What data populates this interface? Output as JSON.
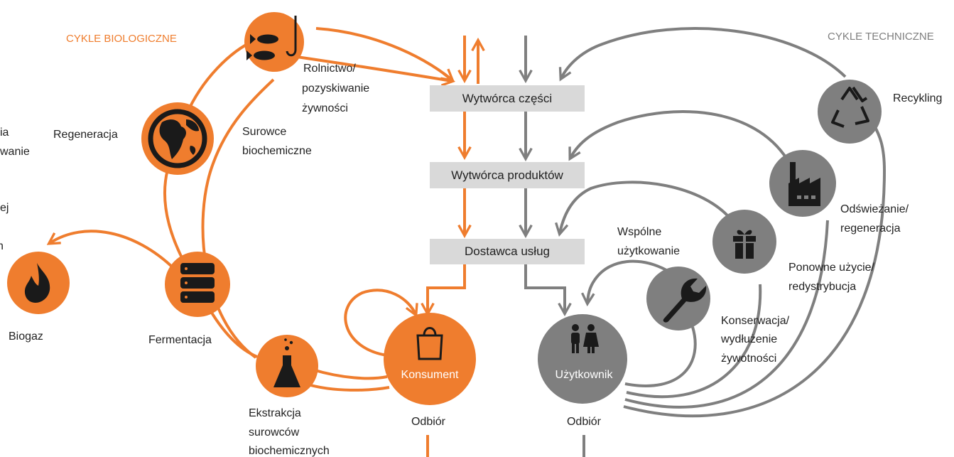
{
  "colors": {
    "orange": "#ef7d2e",
    "gray": "#7f7f7f",
    "box": "#d9d9d9",
    "text": "#222222",
    "icon_dark": "#1a1a1a"
  },
  "headings": {
    "biological": "CYKLE BIOLOGICZNE",
    "technical": "CYKLE TECHNICZNE"
  },
  "boxes": {
    "parts_maker": "Wytwórca części",
    "product_maker": "Wytwórca produktów",
    "service_provider": "Dostawca usług"
  },
  "bio_labels": {
    "farming_1": "Rolnictwo/",
    "farming_2": "pozyskiwanie",
    "farming_3": "żywności",
    "regeneration": "Regeneracja",
    "raw_materials_1": "Surowce",
    "raw_materials_2": "biochemiczne",
    "fermentation": "Fermentacja",
    "biogas": "Biogaz",
    "extraction_1": "Ekstrakcja",
    "extraction_2": "surowców",
    "extraction_3": "biochemicznych",
    "consumer": "Konsument",
    "collection": "Odbiór"
  },
  "clipped_left": {
    "line1": "ia",
    "line2": "wanie",
    "line3": "ej",
    "line4": "n"
  },
  "tech_labels": {
    "recycling": "Recykling",
    "refurbish_1": "Odświeżanie/",
    "refurbish_2": "regeneracja",
    "reuse_1": "Ponowne użycie/",
    "reuse_2": "redystrybucja",
    "sharing_1": "Wspólne",
    "sharing_2": "użytkowanie",
    "maintenance_1": "Konserwacja/",
    "maintenance_2": "wydłużenie",
    "maintenance_3": "żywotności",
    "user": "Użytkownik",
    "collection": "Odbiór"
  },
  "icons": {
    "fish": "fish-hook-icon",
    "globe": "globe-icon",
    "database": "database-icon",
    "flame": "flame-icon",
    "flask": "flask-icon",
    "bag": "shopping-bag-icon",
    "people": "people-icon",
    "wrench": "wrench-icon",
    "gift": "gift-icon",
    "factory": "factory-icon",
    "recycle": "recycle-icon"
  }
}
